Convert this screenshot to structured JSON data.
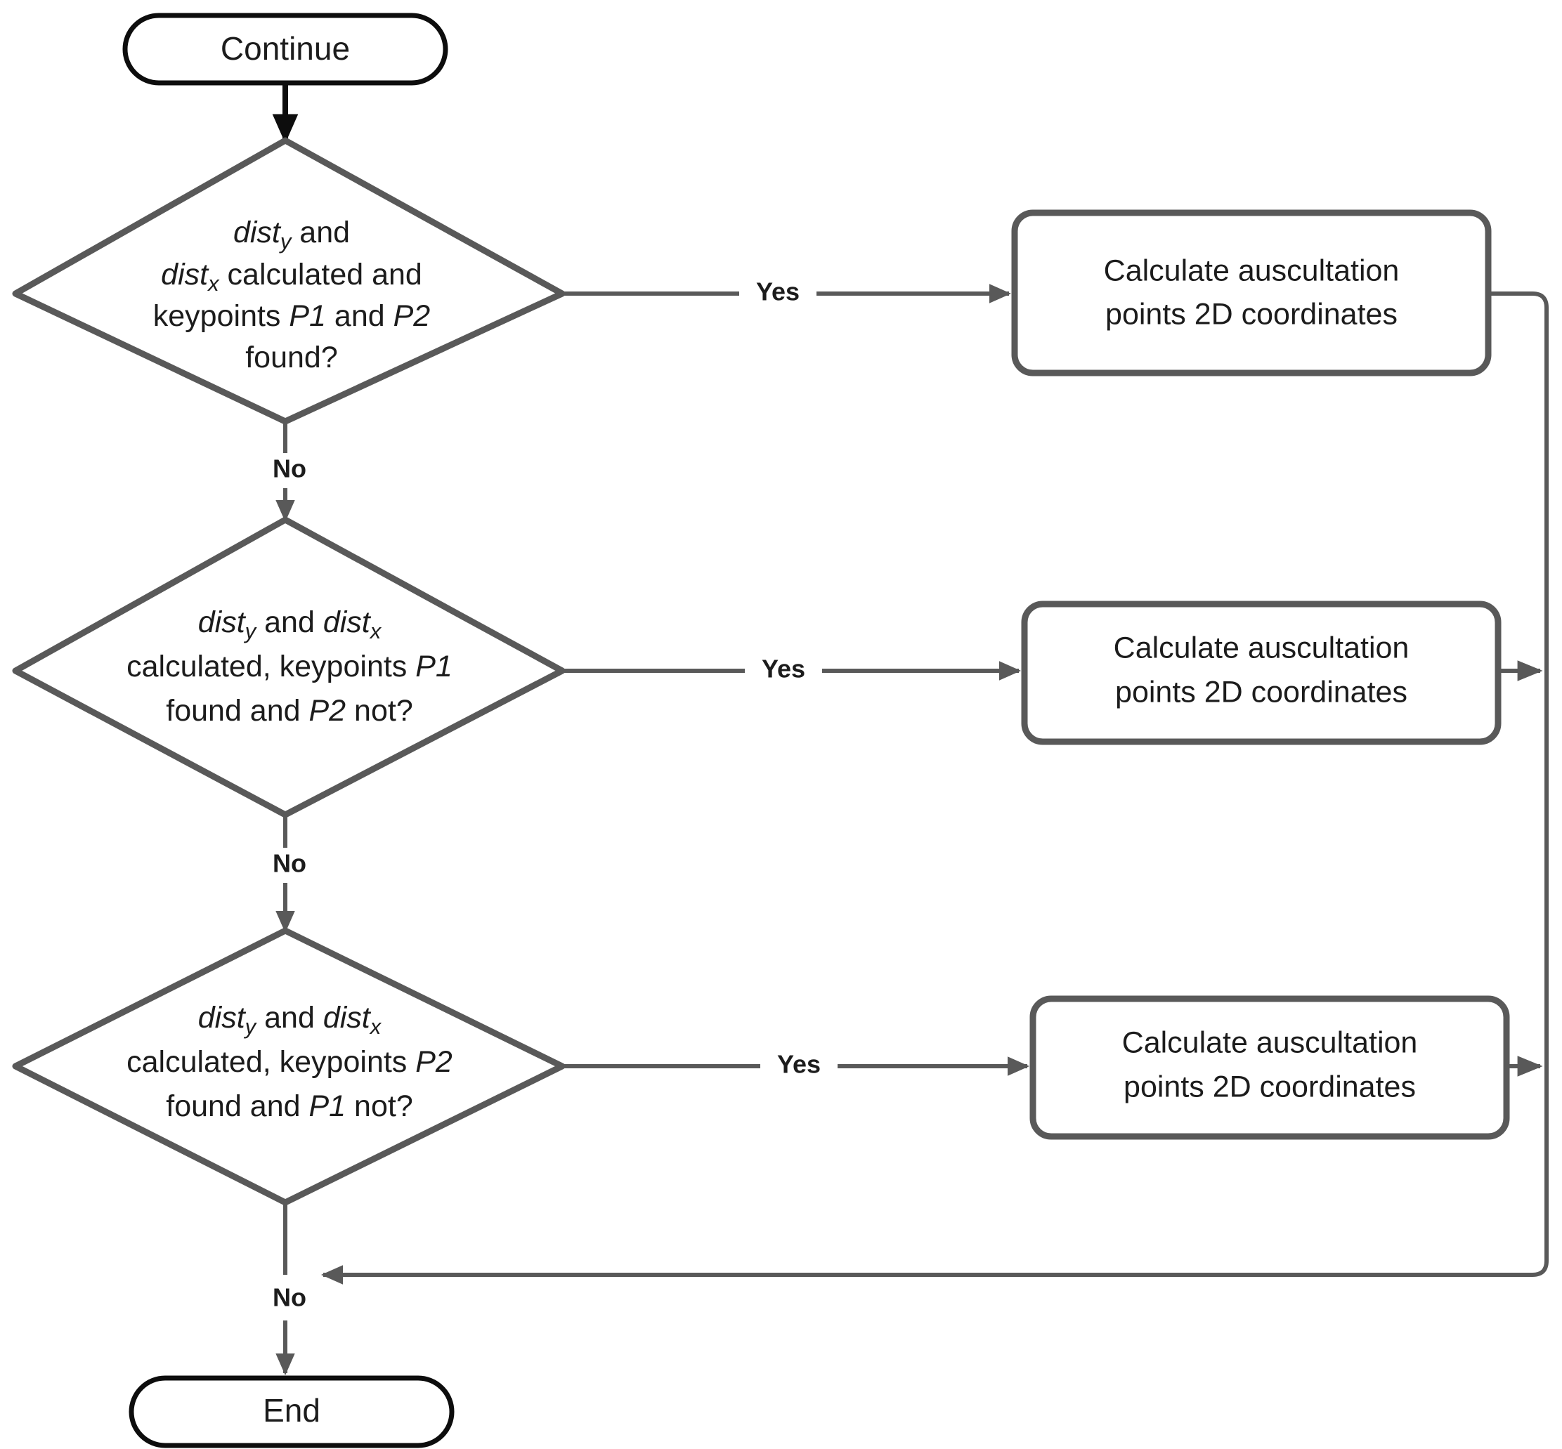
{
  "diagram": {
    "type": "flowchart",
    "title": "",
    "colors": {
      "background": "#ffffff",
      "terminal_stroke": "#0d0d0d",
      "shape_stroke": "#595959",
      "edge_stroke": "#595959",
      "text": "#1c1c1c"
    },
    "nodes": {
      "start": {
        "shape": "terminal",
        "label": "Continue"
      },
      "decision1": {
        "shape": "decision",
        "lines": [
          {
            "parts": [
              {
                "t": "dist",
                "style": "italic"
              },
              {
                "t": "y",
                "style": "sub"
              },
              {
                "t": " and",
                "style": "normal"
              }
            ]
          },
          {
            "parts": [
              {
                "t": "dist",
                "style": "italic"
              },
              {
                "t": "x",
                "style": "sub"
              },
              {
                "t": " calculated and",
                "style": "normal"
              }
            ]
          },
          {
            "parts": [
              {
                "t": "keypoints ",
                "style": "normal"
              },
              {
                "t": "P1",
                "style": "italic"
              },
              {
                "t": " and ",
                "style": "normal"
              },
              {
                "t": "P2",
                "style": "italic"
              }
            ]
          },
          {
            "parts": [
              {
                "t": "found?",
                "style": "normal"
              }
            ]
          }
        ],
        "plain_text": "disty and distx calculated and keypoints P1 and P2 found?"
      },
      "decision2": {
        "shape": "decision",
        "lines": [
          {
            "parts": [
              {
                "t": "dist",
                "style": "italic"
              },
              {
                "t": "y",
                "style": "sub"
              },
              {
                "t": " and ",
                "style": "normal"
              },
              {
                "t": "dist",
                "style": "italic"
              },
              {
                "t": "x",
                "style": "sub"
              }
            ]
          },
          {
            "parts": [
              {
                "t": "calculated, keypoints ",
                "style": "normal"
              },
              {
                "t": "P1",
                "style": "italic"
              }
            ]
          },
          {
            "parts": [
              {
                "t": "found and ",
                "style": "normal"
              },
              {
                "t": "P2",
                "style": "italic"
              },
              {
                "t": " not?",
                "style": "normal"
              }
            ]
          }
        ],
        "plain_text": "disty and distx calculated, keypoints P1 found and P2 not?"
      },
      "decision3": {
        "shape": "decision",
        "lines": [
          {
            "parts": [
              {
                "t": "dist",
                "style": "italic"
              },
              {
                "t": "y",
                "style": "sub"
              },
              {
                "t": " and ",
                "style": "normal"
              },
              {
                "t": "dist",
                "style": "italic"
              },
              {
                "t": "x",
                "style": "sub"
              }
            ]
          },
          {
            "parts": [
              {
                "t": "calculated, keypoints ",
                "style": "normal"
              },
              {
                "t": "P2",
                "style": "italic"
              }
            ]
          },
          {
            "parts": [
              {
                "t": "found and ",
                "style": "normal"
              },
              {
                "t": "P1",
                "style": "italic"
              },
              {
                "t": " not?",
                "style": "normal"
              }
            ]
          }
        ],
        "plain_text": "disty and distx calculated, keypoints P2 found and P1 not?"
      },
      "process1": {
        "shape": "process",
        "line1": "Calculate auscultation",
        "line2": "points 2D coordinates"
      },
      "process2": {
        "shape": "process",
        "line1": "Calculate auscultation",
        "line2": "points 2D coordinates"
      },
      "process3": {
        "shape": "process",
        "line1": "Calculate auscultation",
        "line2": "points 2D coordinates"
      },
      "end": {
        "shape": "terminal",
        "label": "End"
      }
    },
    "edge_labels": {
      "yes1": "Yes",
      "yes2": "Yes",
      "yes3": "Yes",
      "no1": "No",
      "no2": "No",
      "no3": "No"
    },
    "edges": [
      {
        "from": "start",
        "to": "decision1",
        "label": ""
      },
      {
        "from": "decision1",
        "to": "process1",
        "label": "Yes"
      },
      {
        "from": "decision1",
        "to": "decision2",
        "label": "No"
      },
      {
        "from": "decision2",
        "to": "process2",
        "label": "Yes"
      },
      {
        "from": "decision2",
        "to": "decision3",
        "label": "No"
      },
      {
        "from": "decision3",
        "to": "process3",
        "label": "Yes"
      },
      {
        "from": "decision3",
        "to": "end",
        "label": "No"
      },
      {
        "from": "process1",
        "to": "merge-trunk",
        "label": ""
      },
      {
        "from": "process2",
        "to": "merge-trunk",
        "label": ""
      },
      {
        "from": "process3",
        "to": "merge-trunk",
        "label": ""
      },
      {
        "from": "merge-trunk",
        "to": "end-path",
        "label": ""
      }
    ]
  }
}
